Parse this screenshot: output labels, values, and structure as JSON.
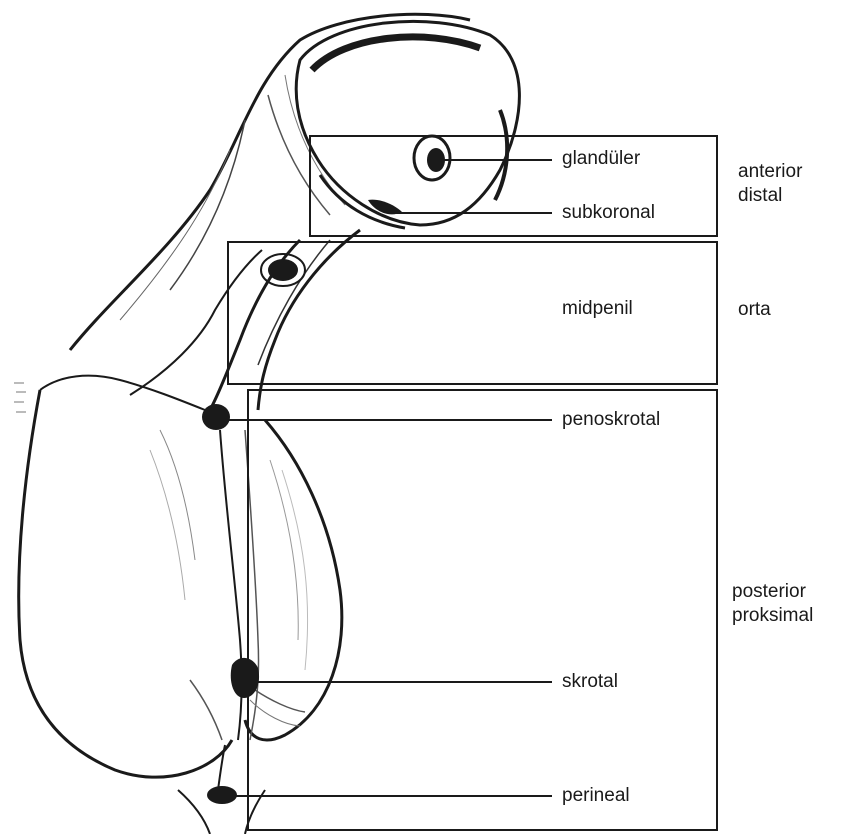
{
  "labels": {
    "glanduler": "glandüler",
    "subkoronal": "subkoronal",
    "midpenil": "midpenil",
    "penoskrotal": "penoskrotal",
    "skrotal": "skrotal",
    "perineal": "perineal"
  },
  "groups": {
    "anterior": [
      "anterior",
      "distal"
    ],
    "middle": [
      "orta"
    ],
    "posterior": [
      "posterior",
      "proksimal"
    ]
  },
  "colors": {
    "ink": "#1a1a1a",
    "background": "#ffffff"
  }
}
